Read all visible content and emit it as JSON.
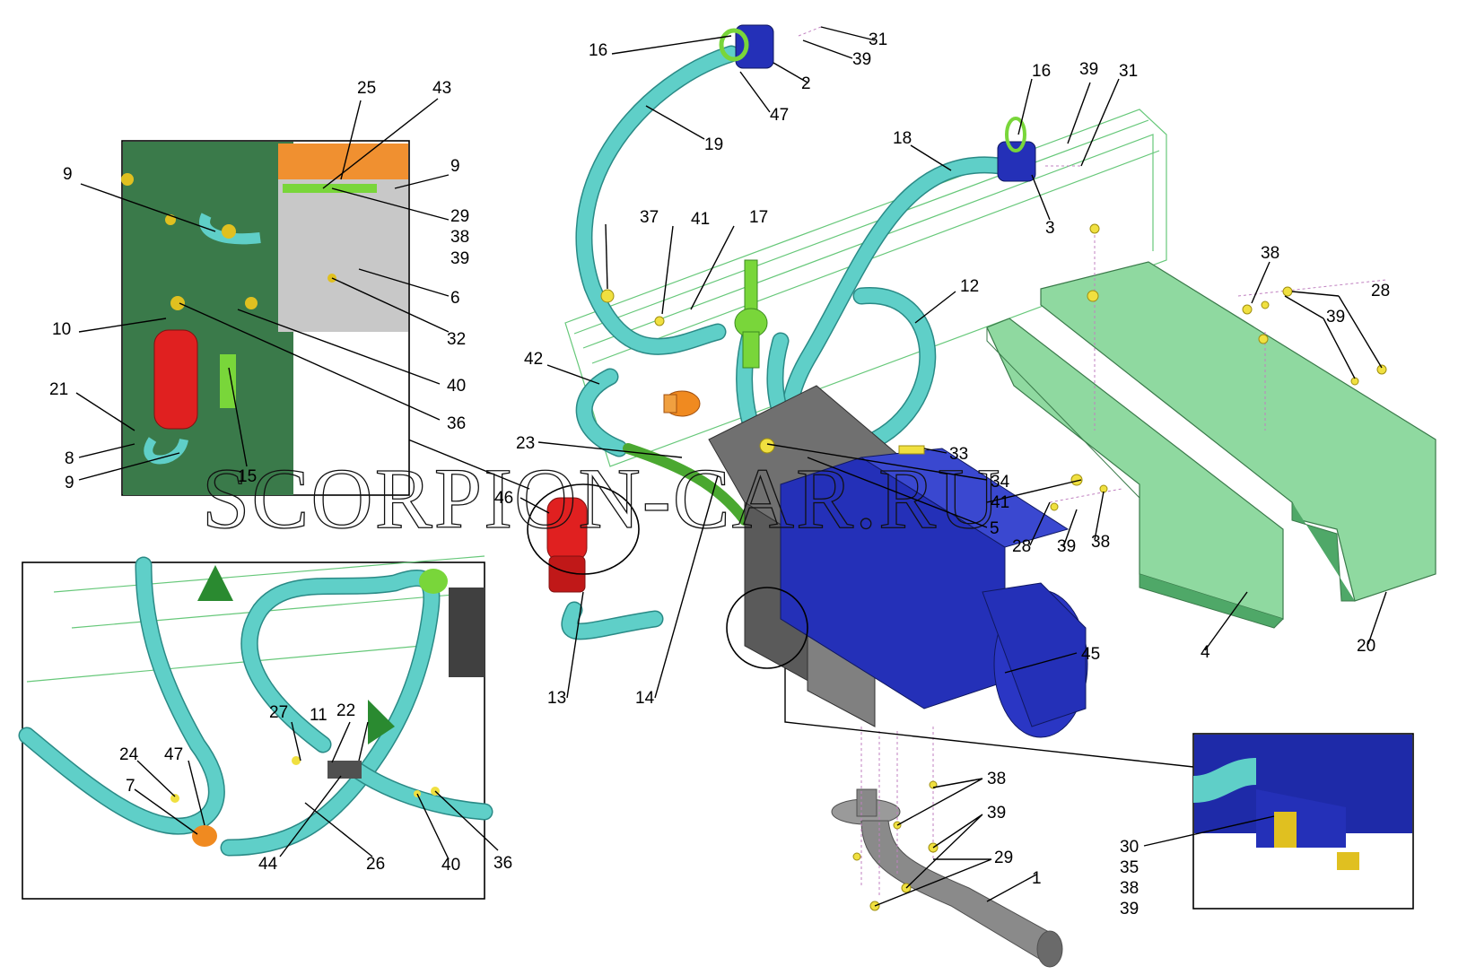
{
  "watermark": "SCORPION-CAR.RU",
  "colors": {
    "hose": "#5fcfc8",
    "heater_body": "#2430b8",
    "pump": "#e02020",
    "bracket": "#707070",
    "panel": "#8fd9a0",
    "fitting": "#f0e040",
    "tee": "#79d63a",
    "valve": "#f08a20"
  },
  "labels": {
    "top": {
      "n16a": "16",
      "n31a": "31",
      "n39a": "39",
      "n2": "2",
      "n47a": "47",
      "n19": "19",
      "n16b": "16",
      "n39b": "39",
      "n31b": "31",
      "n18": "18",
      "n3": "3",
      "n37": "37",
      "n41a": "41",
      "n17": "17",
      "n12": "12",
      "n38a": "38",
      "n28a": "28",
      "n39c": "39"
    },
    "inset_left": {
      "n25": "25",
      "n43": "43",
      "n9a": "9",
      "n9b": "9",
      "n29": "29",
      "n38": "38",
      "n39": "39",
      "n6": "6",
      "n32": "32",
      "n10": "10",
      "n40": "40",
      "n36": "36",
      "n21": "21",
      "n8": "8",
      "n9c": "9",
      "n15": "15"
    },
    "center": {
      "n42": "42",
      "n23": "23",
      "n46": "46",
      "n33": "33",
      "n34": "34",
      "n41": "41",
      "n5": "5",
      "n28": "28",
      "n39": "39",
      "n38": "38",
      "n13": "13",
      "n14": "14",
      "n45": "45",
      "n4": "4",
      "n20": "20"
    },
    "inset_bottom": {
      "n27": "27",
      "n11": "11",
      "n22": "22",
      "n24": "24",
      "n47": "47",
      "n7": "7",
      "n44": "44",
      "n26": "26",
      "n40": "40",
      "n36": "36"
    },
    "exhaust": {
      "n38": "38",
      "n39": "39",
      "n29": "29",
      "n1": "1"
    },
    "inset_right": {
      "n30": "30",
      "n35": "35",
      "n38": "38",
      "n39": "39"
    }
  }
}
